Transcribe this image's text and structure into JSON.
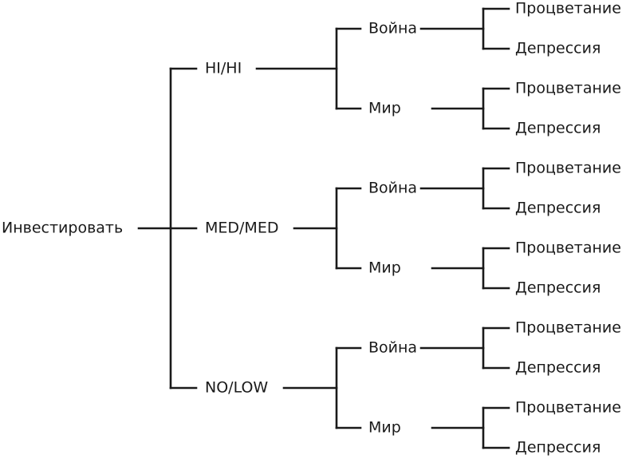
{
  "tree": {
    "root": "Инвестировать",
    "options": [
      {
        "label": "HI/HI",
        "branches": [
          {
            "label": "Война",
            "outcomes": [
              "Процветание",
              "Депрессия"
            ]
          },
          {
            "label": "Мир",
            "outcomes": [
              "Процветание",
              "Депрессия"
            ]
          }
        ]
      },
      {
        "label": "MED/MED",
        "branches": [
          {
            "label": "Война",
            "outcomes": [
              "Процветание",
              "Депрессия"
            ]
          },
          {
            "label": "Мир",
            "outcomes": [
              "Процветание",
              "Депрессия"
            ]
          }
        ]
      },
      {
        "label": "NO/LOW",
        "branches": [
          {
            "label": "Война",
            "outcomes": [
              "Процветание",
              "Депрессия"
            ]
          },
          {
            "label": "Мир",
            "outcomes": [
              "Процветание",
              "Депрессия"
            ]
          }
        ]
      }
    ]
  }
}
